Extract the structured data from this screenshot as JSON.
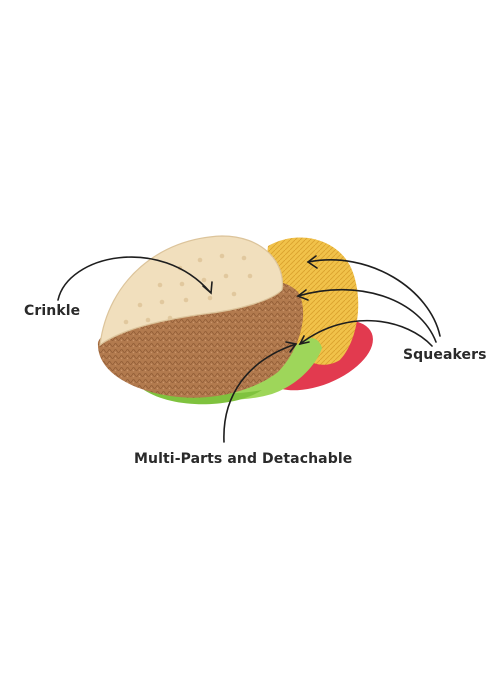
{
  "labels": {
    "crinkle": "Crinkle",
    "squeakers": "Squeakers",
    "multi_parts": "Multi-Parts and Detachable"
  },
  "colors": {
    "background": "#ffffff",
    "tortilla": "#f1dfbd",
    "filling": "#b27a4e",
    "lettuce": "#9ed65a",
    "cheese": "#f1c24a",
    "tomato": "#e23a4f",
    "arrow": "#1e1e1e",
    "label_text": "#2a2a2a"
  },
  "image": {
    "subject": "plush taco dog toy",
    "icons": [
      "taco-toy-illustration",
      "arrow-crinkle",
      "arrow-squeakers",
      "arrow-multi-parts"
    ]
  }
}
